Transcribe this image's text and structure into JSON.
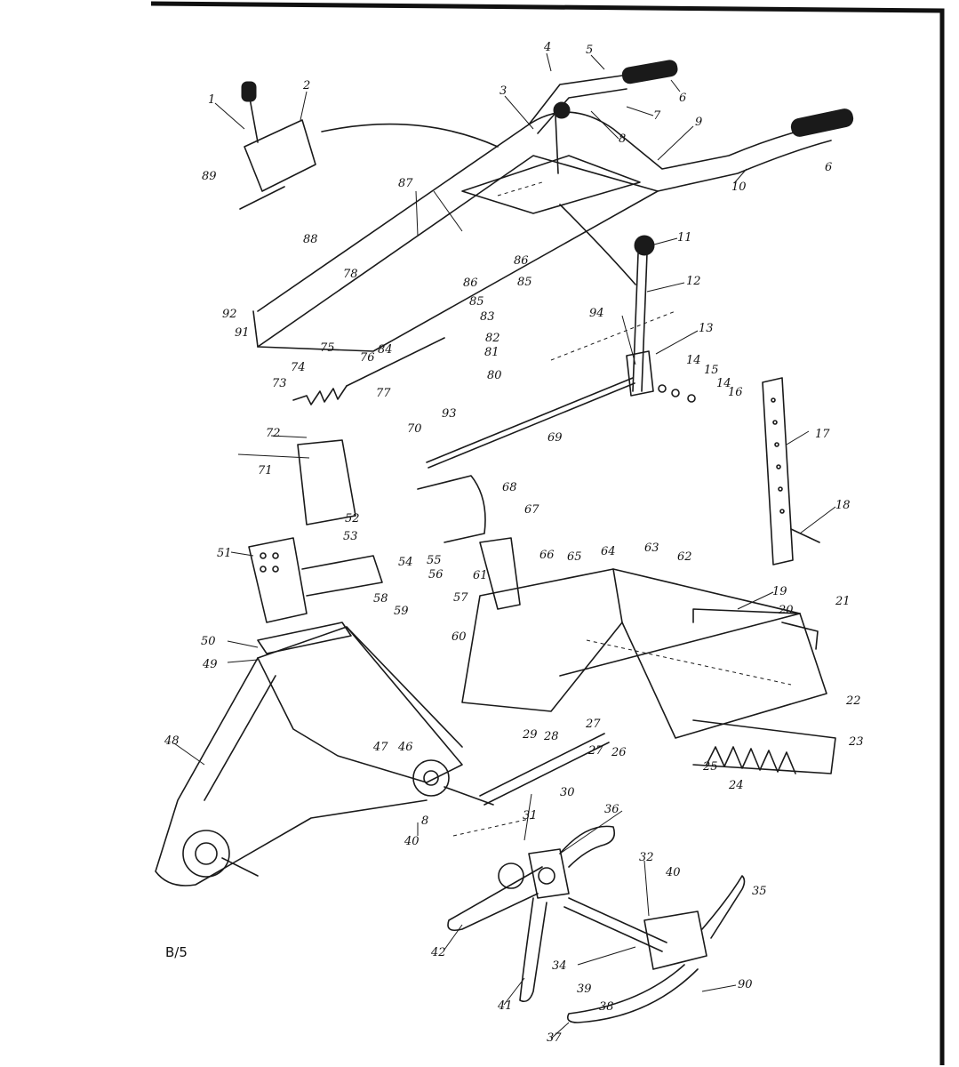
{
  "diagram": {
    "page_code": "B/5",
    "part_labels": {
      "p1": "1",
      "p2": "2",
      "p3": "3",
      "p4": "4",
      "p5": "5",
      "p6a": "6",
      "p6b": "6",
      "p7": "7",
      "p8a": "8",
      "p8b": "8",
      "p9": "9",
      "p10": "10",
      "p11": "11",
      "p12": "12",
      "p13": "13",
      "p14a": "14",
      "p14b": "14",
      "p15": "15",
      "p16": "16",
      "p17": "17",
      "p18": "18",
      "p19": "19",
      "p20": "20",
      "p21": "21",
      "p22": "22",
      "p23": "23",
      "p24": "24",
      "p25": "25",
      "p26": "26",
      "p27a": "27",
      "p27b": "27",
      "p28": "28",
      "p29": "29",
      "p30": "30",
      "p31": "31",
      "p32": "32",
      "p34": "34",
      "p35": "35",
      "p36": "36",
      "p37": "37",
      "p38": "38",
      "p39": "39",
      "p40a": "40",
      "p40b": "40",
      "p41": "41",
      "p42": "42",
      "p46": "46",
      "p47": "47",
      "p48": "48",
      "p49": "49",
      "p50": "50",
      "p51": "51",
      "p52": "52",
      "p53": "53",
      "p54": "54",
      "p55": "55",
      "p56": "56",
      "p57": "57",
      "p58": "58",
      "p59": "59",
      "p60": "60",
      "p61": "61",
      "p62": "62",
      "p63": "63",
      "p64": "64",
      "p65": "65",
      "p66": "66",
      "p67": "67",
      "p68": "68",
      "p69": "69",
      "p70": "70",
      "p71": "71",
      "p72": "72",
      "p73": "73",
      "p74": "74",
      "p75": "75",
      "p76": "76",
      "p77": "77",
      "p78": "78",
      "p80": "80",
      "p81": "81",
      "p82": "82",
      "p83": "83",
      "p84": "84",
      "p85a": "85",
      "p85b": "85",
      "p86a": "86",
      "p86b": "86",
      "p87": "87",
      "p88": "88",
      "p89": "89",
      "p90": "90",
      "p91": "91",
      "p92": "92",
      "p93": "93",
      "p94": "94"
    }
  }
}
